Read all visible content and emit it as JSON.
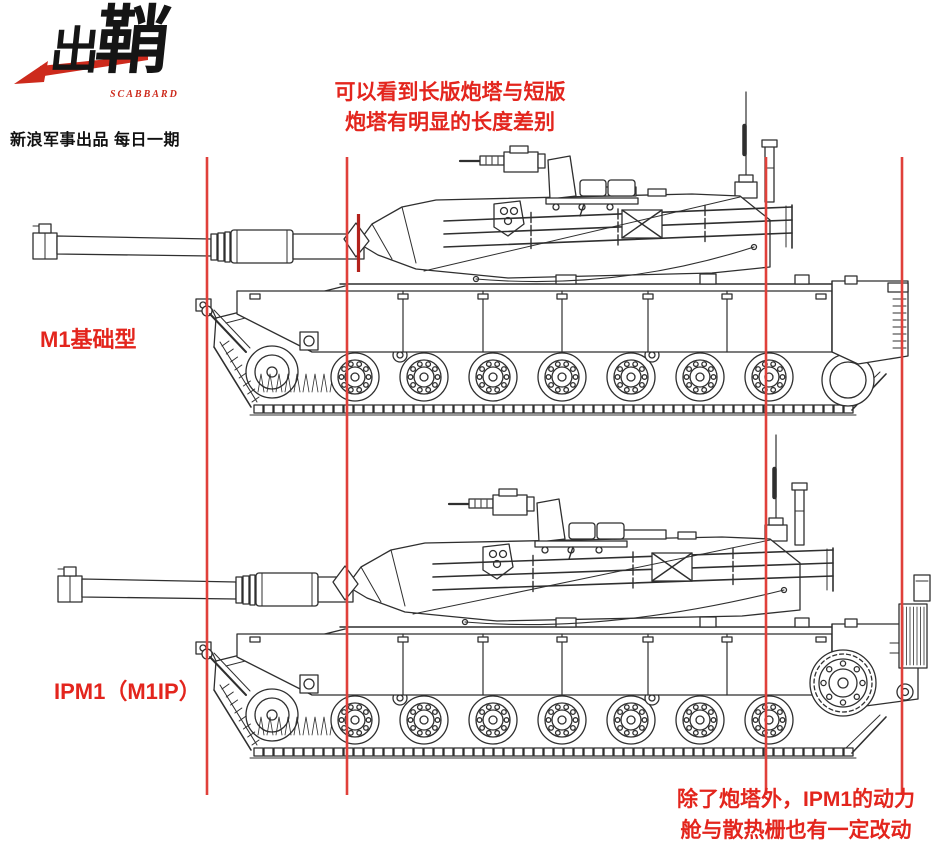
{
  "colors": {
    "background": "#ffffff",
    "ink": "#2f2f2f",
    "annotation_red": "#e3251d",
    "guide_line_red": "#e0403a",
    "guide_line_dark_red": "#b3221c",
    "logo_black": "#151515",
    "logo_red": "#cd2a1c"
  },
  "logo": {
    "brand_first": "出",
    "brand_second": "鞘",
    "subtitle": "SCABBARD",
    "tagline": "新浪军事出品 每日一期"
  },
  "annotations": {
    "top_note_line1": "可以看到长版炮塔与短版",
    "top_note_line2": "炮塔有明显的长度差别",
    "bottom_note_line1": "除了炮塔外，IPM1的动力",
    "bottom_note_line2": "舱与散热栅也有一定改动"
  },
  "tanks": {
    "top_label": "M1基础型",
    "bottom_label": "IPM1（M1IP）"
  },
  "icons": {
    "logo_swoosh": "red-arrow-swoosh"
  }
}
